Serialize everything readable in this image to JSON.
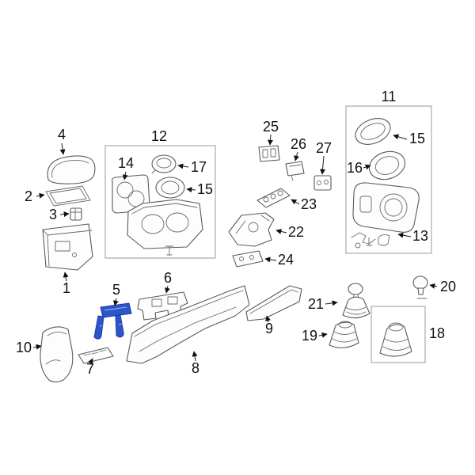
{
  "diagram": {
    "type": "exploded-parts-diagram",
    "background_color": "#ffffff",
    "line_color": "#5a5a5a",
    "box_border_color": "#ababab",
    "callout_text_color": "#111111",
    "highlight_color": "#2e55c8",
    "highlighted_part_number": "5",
    "callouts": [
      {
        "number": "4"
      },
      {
        "number": "2"
      },
      {
        "number": "3"
      },
      {
        "number": "1"
      },
      {
        "number": "12"
      },
      {
        "number": "14"
      },
      {
        "number": "17"
      },
      {
        "number": "15"
      },
      {
        "number": "25"
      },
      {
        "number": "26"
      },
      {
        "number": "27"
      },
      {
        "number": "11"
      },
      {
        "number": "15"
      },
      {
        "number": "16"
      },
      {
        "number": "13"
      },
      {
        "number": "23"
      },
      {
        "number": "22"
      },
      {
        "number": "24"
      },
      {
        "number": "5"
      },
      {
        "number": "6"
      },
      {
        "number": "9"
      },
      {
        "number": "8"
      },
      {
        "number": "7"
      },
      {
        "number": "10"
      },
      {
        "number": "21"
      },
      {
        "number": "19"
      },
      {
        "number": "20"
      },
      {
        "number": "18"
      }
    ]
  }
}
